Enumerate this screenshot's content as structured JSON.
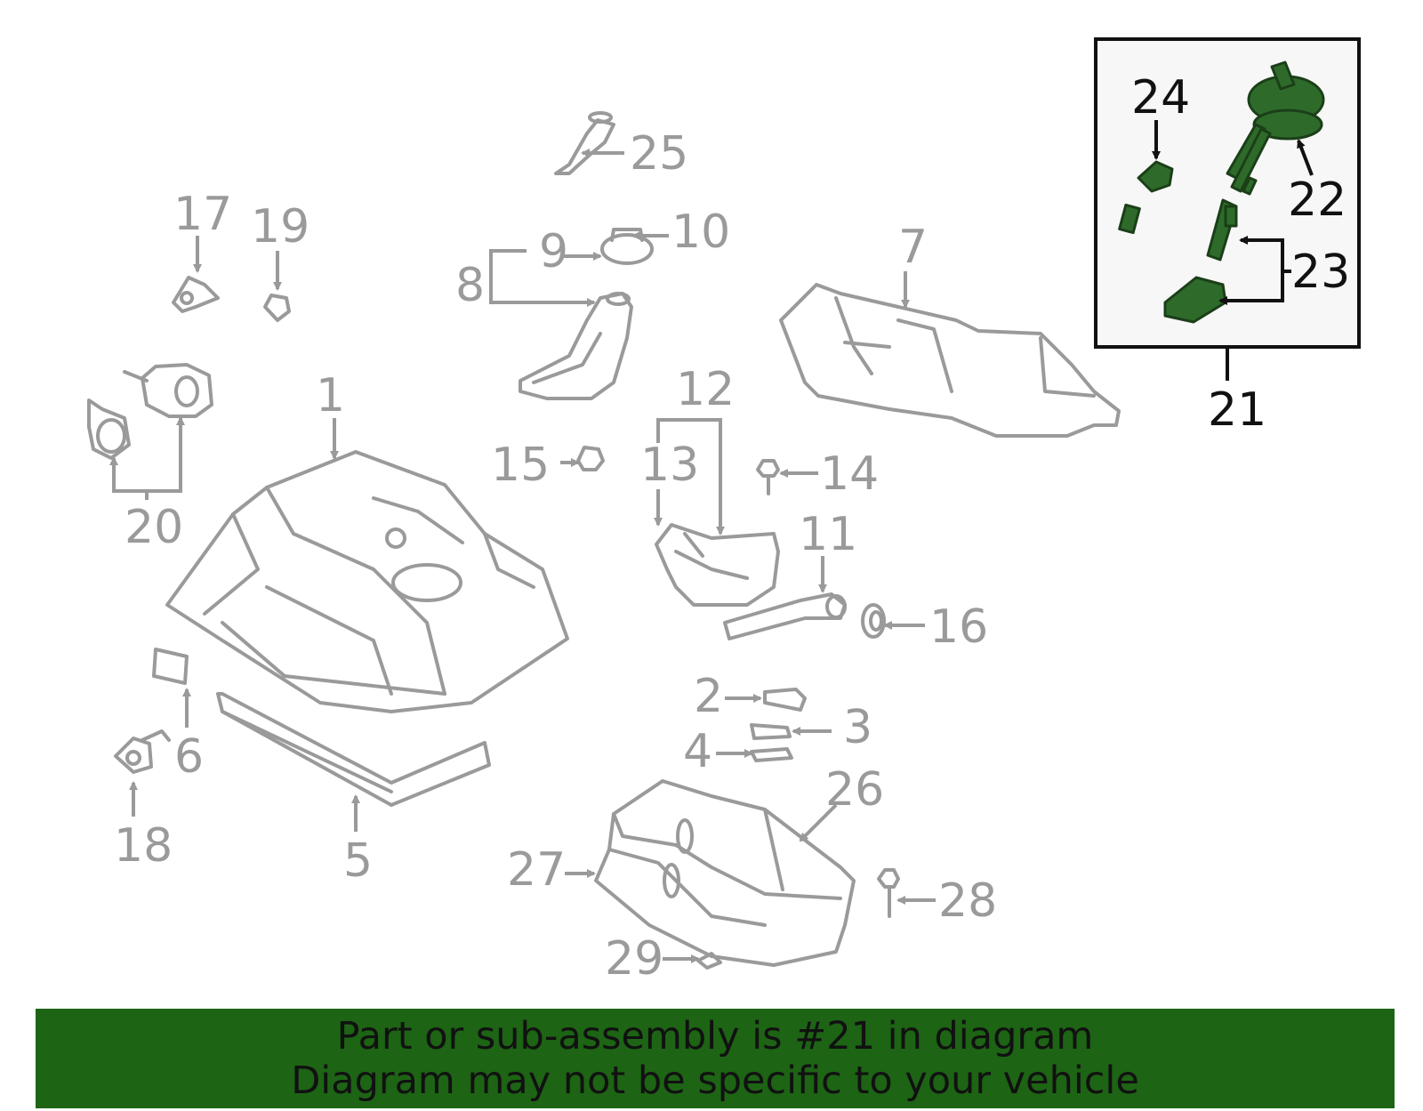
{
  "callouts": {
    "c1": "1",
    "c2": "2",
    "c3": "3",
    "c4": "4",
    "c5": "5",
    "c6": "6",
    "c7": "7",
    "c8": "8",
    "c9": "9",
    "c10": "10",
    "c11": "11",
    "c12": "12",
    "c13": "13",
    "c14": "14",
    "c15": "15",
    "c16": "16",
    "c17": "17",
    "c18": "18",
    "c19": "19",
    "c20": "20",
    "c21": "21",
    "c22": "22",
    "c23": "23",
    "c24": "24",
    "c25": "25",
    "c26": "26",
    "c27": "27",
    "c28": "28",
    "c29": "29"
  },
  "highlight": {
    "part": "21",
    "color": "#2e6b2a"
  },
  "banner": {
    "line1": "Part or sub-assembly is #21 in diagram",
    "line2": "Diagram may not be specific to your vehicle",
    "color": "#1d6414"
  }
}
